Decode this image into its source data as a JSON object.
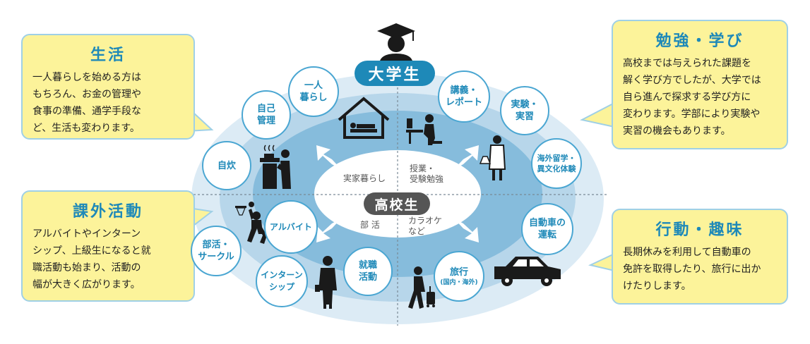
{
  "center": {
    "university": "大学生",
    "high_school": "高校生",
    "quadrants": {
      "top_left": "実家暮らし",
      "top_right": "授業・\n受験勉強",
      "bottom_left": "部 活",
      "bottom_right": "カラオケ\nなど"
    }
  },
  "callouts": {
    "life": {
      "title": "生活",
      "body": "一人暮らしを始める方は\nもちろん、お金の管理や\n食事の準備、通学手段な\nど、生活も変わります。"
    },
    "study": {
      "title": "勉強・学び",
      "body": "高校までは与えられた課題を\n解く学び方でしたが、大学では\n自ら進んで探求する学び方に\n変わります。学部により実験や\n実習の機会もあります。"
    },
    "extracurricular": {
      "title": "課外活動",
      "body": "アルバイトやインターン\nシップ、上級生になると就\n職活動も始まり、活動の\n幅が大きく広がります。"
    },
    "activity": {
      "title": "行動・趣味",
      "body": "長期休みを利用して自動車の\n免許を取得したり、旅行に出か\nけたりします。"
    }
  },
  "bubbles": {
    "living_alone": "一人\n暮らし",
    "self_management": "自己\n管理",
    "cooking": "自炊",
    "lectures": "講義・\nレポート",
    "experiments": "実験・\n実習",
    "study_abroad": "海外留学・\n異文化体験",
    "part_time": "アルバイト",
    "club": "部活・\nサークル",
    "internship": "インターン\nシップ",
    "job_hunting": "就職\n活動",
    "travel": "旅行",
    "travel_sub": "(国内・海外)",
    "driving": "自動車の\n運転"
  },
  "colors": {
    "outer_ring": "#dcebf5",
    "middle_ring": "#b7d6ea",
    "inner_ring": "#86bcdc",
    "accent": "#1e89b8",
    "callout_fill": "#fcf39a"
  }
}
